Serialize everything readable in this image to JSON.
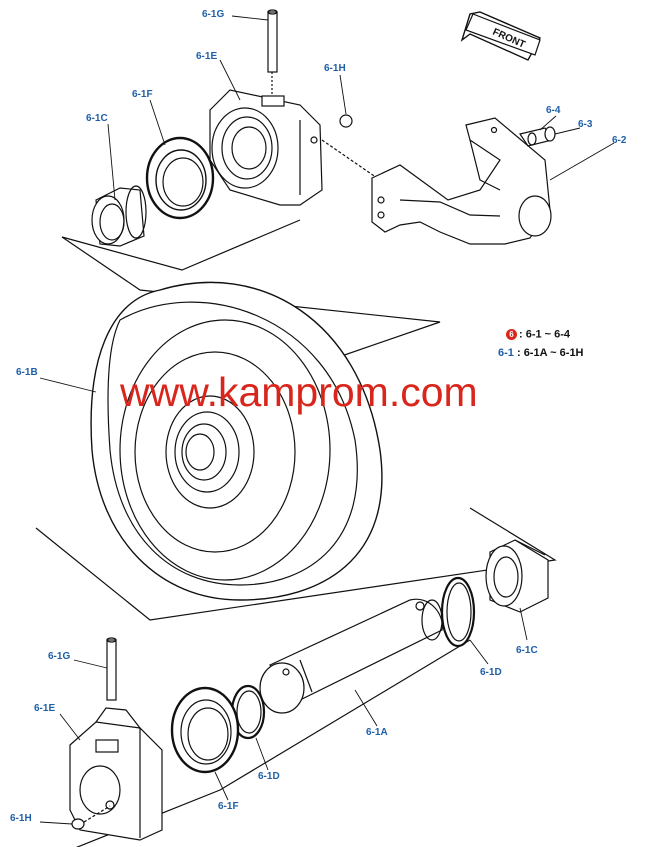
{
  "labels": {
    "g_top": "6-1G",
    "e_top": "6-1E",
    "h_top": "6-1H",
    "f_top": "6-1F",
    "c_top": "6-1C",
    "b": "6-1B",
    "p4": "6-4",
    "p3": "6-3",
    "p2": "6-2",
    "c_bot": "6-1C",
    "d_right": "6-1D",
    "a": "6-1A",
    "g_bot": "6-1G",
    "e_bot": "6-1E",
    "d_bot": "6-1D",
    "f_bot": "6-1F",
    "h_bot": "6-1H"
  },
  "legend": {
    "badge": "6",
    "line1": ": 6-1 ~ 6-4",
    "line2_code": "6-1",
    "line2_range": ": 6-1A ~ 6-1H"
  },
  "front_label": "FRONT",
  "watermark": "www.kamprom.com",
  "colors": {
    "label_blue": "#1f5fa8",
    "watermark_red": "#d9261c",
    "line": "#111111"
  }
}
